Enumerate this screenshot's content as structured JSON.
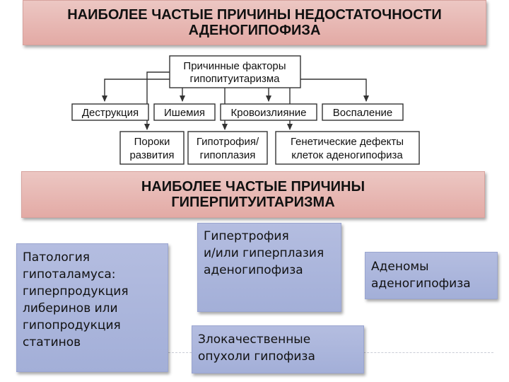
{
  "hypopituitarism": {
    "banner": [
      "НАИБОЛЕЕ ЧАСТЫЕ ПРИЧИНЫ НЕДОСТАТОЧНОСТИ",
      "АДЕНОГИПОФИЗА"
    ],
    "root": [
      "Причинные факторы",
      "гипопитуитаризма"
    ],
    "row1": [
      "Деструкция",
      "Ишемия",
      "Кровоизлияние",
      "Воспаление"
    ],
    "row2": [
      [
        "Пороки",
        "развития"
      ],
      [
        "Гипотрофия/",
        "гипоплазия"
      ],
      [
        "Генетические дефекты",
        "клеток аденогипофиза"
      ]
    ]
  },
  "hyperpituitarism": {
    "banner": [
      "НАИБОЛЕЕ ЧАСТЫЕ ПРИЧИНЫ",
      "ГИПЕРПИТУИТАРИЗМА"
    ],
    "hypothalamus": [
      "Патология",
      "гипоталамуса:",
      "гиперпродукция",
      "либеринов или",
      "гипопродукция",
      "статинов"
    ],
    "hypertrophy": [
      "Гипертрофия",
      "и/или гиперплазия",
      "аденогипофиза"
    ],
    "adenomas": [
      "Аденомы",
      "аденогипофиза"
    ],
    "malignant": [
      "Злокачественные",
      "опухоли гипофиза"
    ]
  }
}
